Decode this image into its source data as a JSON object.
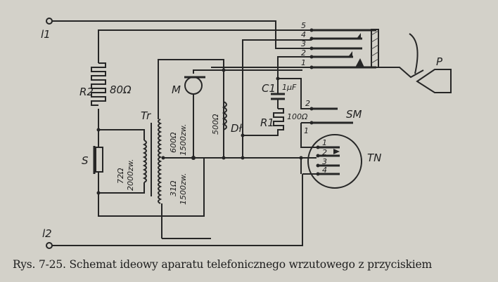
{
  "figure": {
    "caption": "Rys. 7-25. Schemat ideowy aparatu telefonicznego wrzutowego z przyciskiem",
    "labels": {
      "l1": "l1",
      "l2": "l2",
      "r2": "R2",
      "r2_value": "80Ω",
      "s": "S",
      "s_value": "72Ω",
      "s_turns": "2000zw.",
      "tr": "Tr",
      "tr_upper_value": "600Ω",
      "tr_upper_turns": "1500zw.",
      "tr_lower_value": "31Ω",
      "tr_lower_turns": "1500zw.",
      "m": "M",
      "dl": "Dł",
      "dl_value": "500Ω",
      "c1": "C1",
      "c1_value": "1μF",
      "r1": "R1",
      "r1_value": "100Ω",
      "sm": "SM",
      "sm_contact_2": "2",
      "sm_contact_1": "1",
      "tn": "TN",
      "tn_contacts": [
        "1",
        "2",
        "3",
        "4"
      ],
      "p": "P",
      "p_contacts": [
        "5",
        "4",
        "3",
        "2",
        "1"
      ]
    }
  }
}
